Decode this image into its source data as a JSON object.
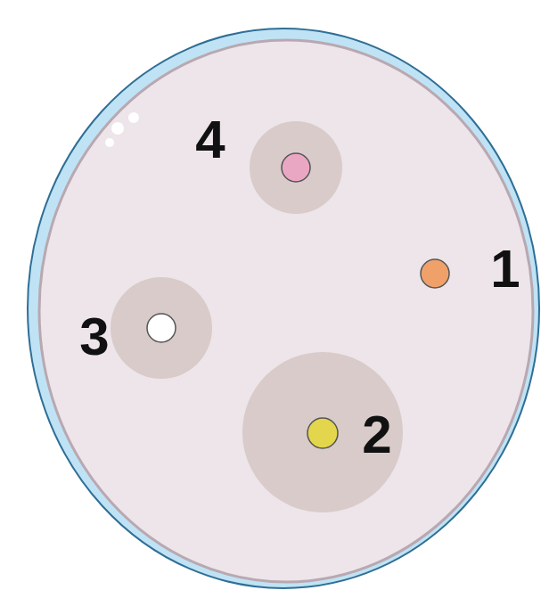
{
  "diagram": {
    "labels": [
      "4",
      "1",
      "3",
      "2"
    ]
  }
}
